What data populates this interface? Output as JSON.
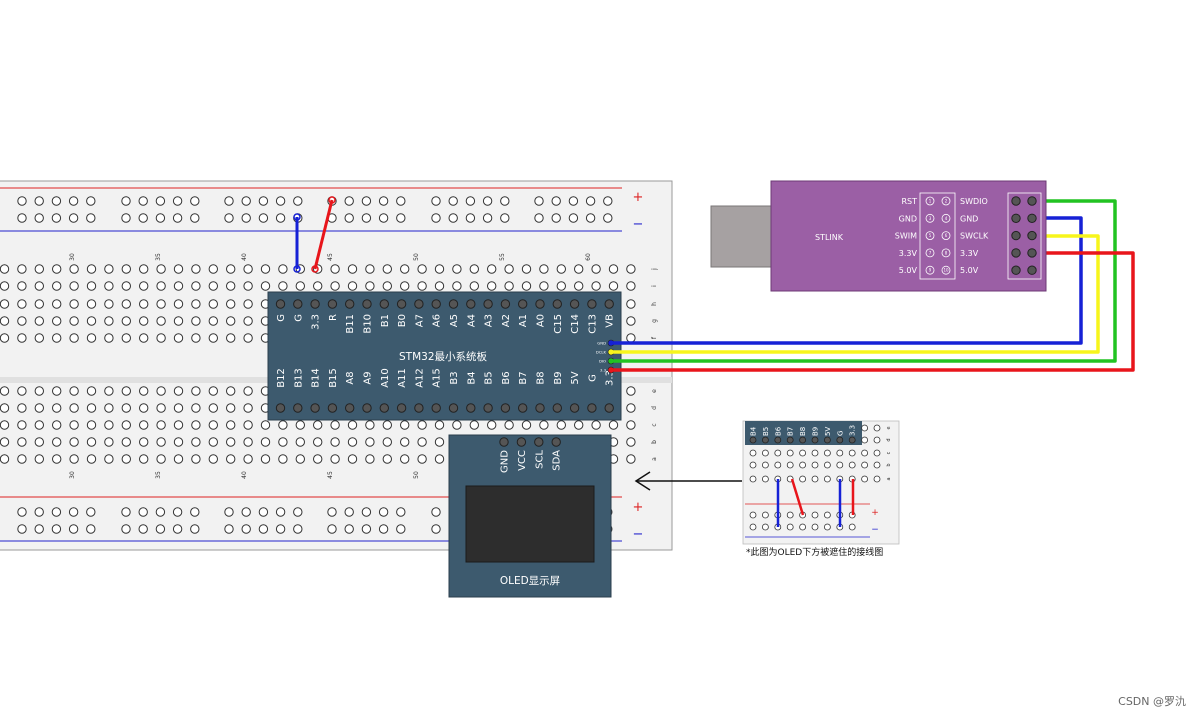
{
  "colors": {
    "stm32_board": "#3d5a6e",
    "stlink_body": "#9b5fa5",
    "usb_plug": "#a6a1a2",
    "oled_screen": "#2d2d2d",
    "wire_red": "#e8151b",
    "wire_blue": "#1621d6",
    "wire_yellow": "#f7f51c",
    "wire_green": "#22c322",
    "rail_red": "#d22",
    "rail_blue": "#22c"
  },
  "breadboard": {
    "rail_plus": "+",
    "rail_minus": "−",
    "column_numbers": [
      "30",
      "35",
      "40",
      "45",
      "50",
      "55",
      "60"
    ],
    "column_numbers_bottom": [
      "30",
      "35",
      "40",
      "45",
      "50"
    ],
    "row_letters_top": [
      "j",
      "i",
      "h",
      "g",
      "f"
    ],
    "row_letters_bottom": [
      "e",
      "d",
      "c",
      "b",
      "a"
    ]
  },
  "stm32": {
    "title": "STM32最小系统板",
    "top_pins": [
      "G",
      "G",
      "3.3",
      "R",
      "B11",
      "B10",
      "B1",
      "B0",
      "A7",
      "A6",
      "A5",
      "A4",
      "A3",
      "A2",
      "A1",
      "A0",
      "C15",
      "C14",
      "C13",
      "VB"
    ],
    "bottom_pins": [
      "B12",
      "B13",
      "B14",
      "B15",
      "A8",
      "A9",
      "A10",
      "A11",
      "A12",
      "A15",
      "B3",
      "B4",
      "B5",
      "B6",
      "B7",
      "B8",
      "B9",
      "5V",
      "G",
      "3.3"
    ],
    "swd_pins": [
      "GND",
      "DCLK",
      "DIO",
      "3.3"
    ]
  },
  "oled": {
    "title": "OLED显示屏",
    "pins": [
      "GND",
      "VCC",
      "SCL",
      "SDA"
    ]
  },
  "stlink": {
    "title": "STLINK",
    "left_labels": [
      "RST",
      "GND",
      "SWIM",
      "3.3V",
      "5.0V"
    ],
    "right_labels": [
      "SWDIO",
      "GND",
      "SWCLK",
      "3.3V",
      "5.0V"
    ],
    "pin_numbers_left": [
      "1",
      "3",
      "5",
      "7",
      "9"
    ],
    "pin_numbers_right": [
      "2",
      "4",
      "6",
      "8",
      "10"
    ]
  },
  "inset": {
    "pins": [
      "B4",
      "B5",
      "B6",
      "B7",
      "B8",
      "B9",
      "5V",
      "G",
      "3.3"
    ],
    "caption": "*此图为OLED下方被遮住的接线图",
    "rail_plus": "+",
    "rail_minus": "−",
    "row_letters": [
      "e",
      "d",
      "c",
      "b",
      "a"
    ]
  },
  "watermark": "CSDN @罗氿"
}
